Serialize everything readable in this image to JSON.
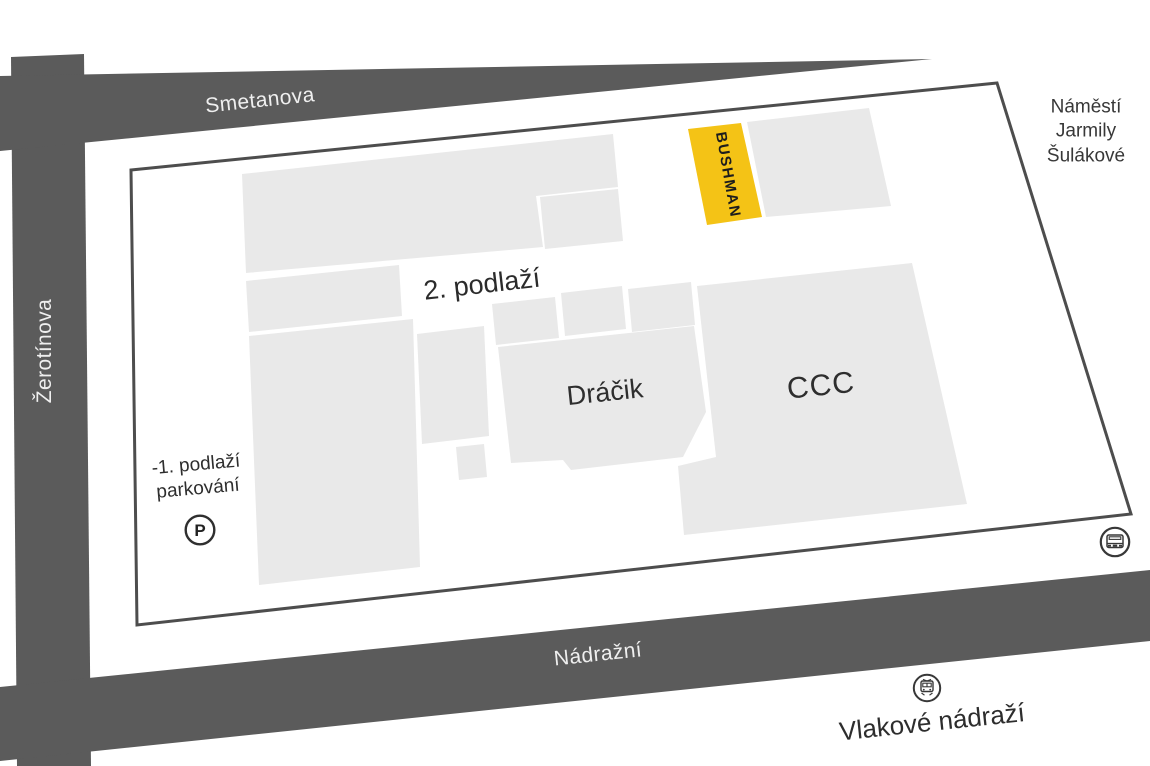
{
  "colors": {
    "street": "#5B5B5B",
    "plot_fill": "#FFFFFF",
    "plot_outline": "#4D4D4D",
    "room": "#E9E9E9",
    "highlight": "#F4C316",
    "label_dark": "#2E2E2E",
    "label_light": "#EFEFEF"
  },
  "streets": [
    {
      "label": "Smetanova"
    },
    {
      "label": "Žerotínova"
    },
    {
      "label": "Nádražní"
    }
  ],
  "floor_label": "2. podlaží",
  "stores": [
    {
      "name": "BUSHMAN",
      "highlighted": true
    },
    {
      "name": "Dráčik",
      "highlighted": false
    },
    {
      "name": "CCC",
      "highlighted": false
    }
  ],
  "parking": {
    "label": "-1. podlaží\nparkování",
    "symbol": "P"
  },
  "landmarks": {
    "square": "Náměstí\nJarmily\nŠulákové",
    "train_station": "Vlakové nádraží"
  },
  "icons": [
    "parking-icon",
    "bus-icon",
    "tram-icon"
  ]
}
